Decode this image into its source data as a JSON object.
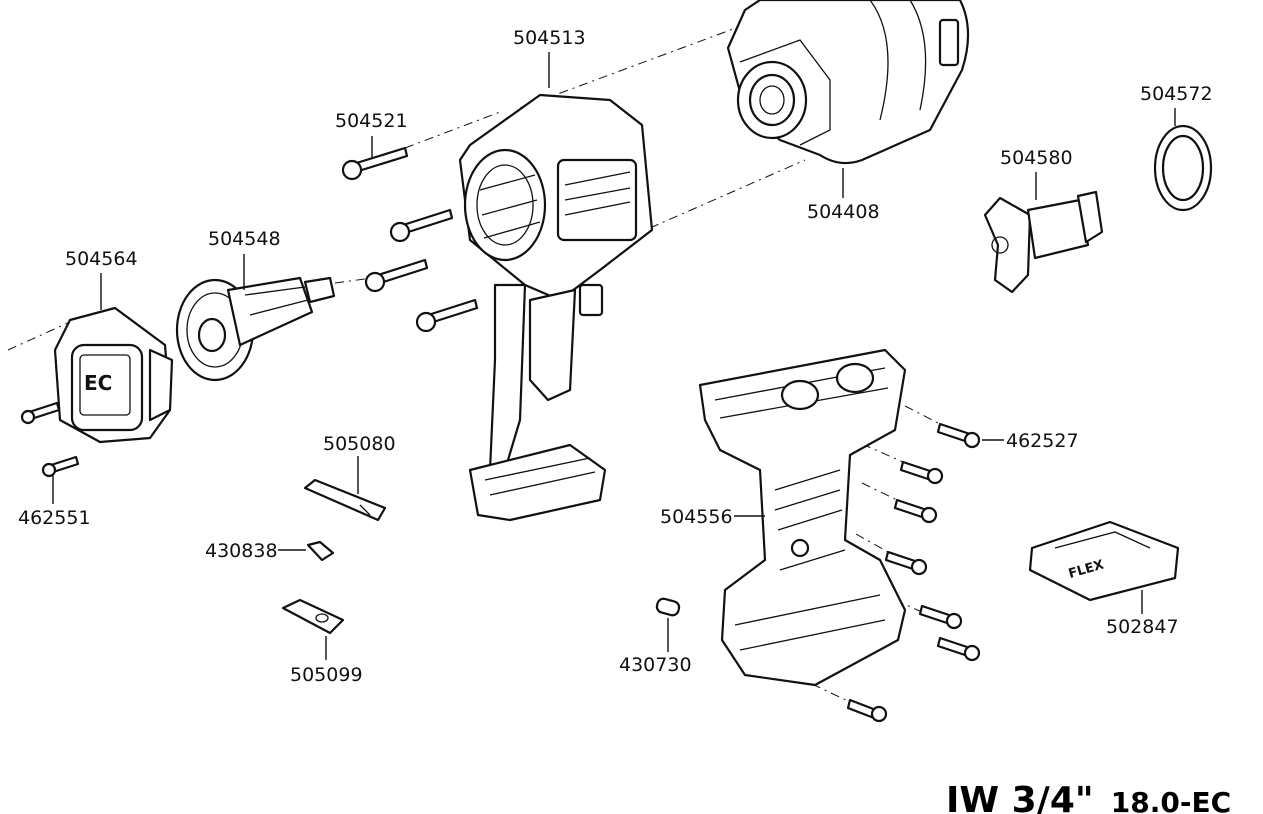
{
  "title": {
    "model": "IW 3/4\"",
    "variant": "18.0-EC"
  },
  "parts": {
    "p504513": "504513",
    "p504521": "504521",
    "p504548": "504548",
    "p504564": "504564",
    "p462551": "462551",
    "p505080": "505080",
    "p430838": "430838",
    "p505099": "505099",
    "p504408": "504408",
    "p504580": "504580",
    "p504572": "504572",
    "p462527": "462527",
    "p504556": "504556",
    "p430730": "430730",
    "p502847": "502847"
  },
  "part_markings": {
    "motor_cap_logo": "EC",
    "battery_cover_logo": "FLEX"
  }
}
